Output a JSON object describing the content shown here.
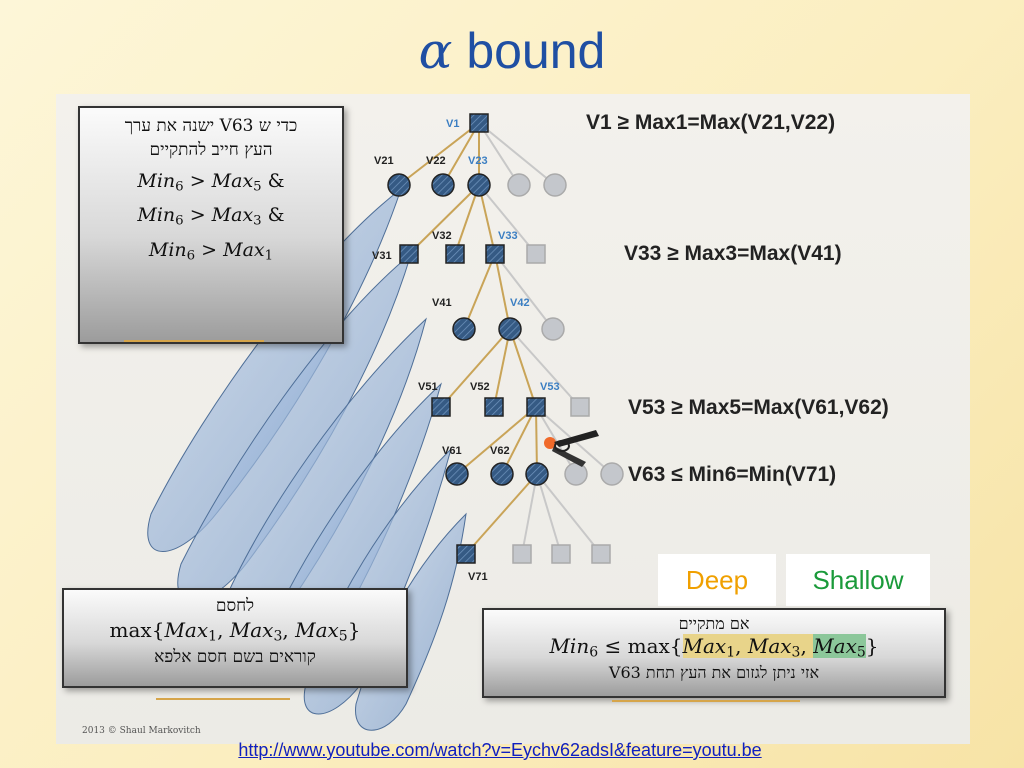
{
  "slide": {
    "title_symbol": "α",
    "title_text": "bound",
    "link": "http://www.youtube.com/watch?v=Eychv62adsI&feature=youtu.be",
    "copyright": "2013 © Shaul Markovitch"
  },
  "equations": {
    "eq1": "V1 ≥ Max1=Max(V21,V22)",
    "eq2": "V33 ≥ Max3=Max(V41)",
    "eq3": "V53 ≥ Max5=Max(V61,V62)",
    "eq4": "V63 ≤ Min6=Min(V71)"
  },
  "node_labels": {
    "v1": "V1",
    "v21": "V21",
    "v22": "V22",
    "v23": "V23",
    "v31": "V31",
    "v32": "V32",
    "v33": "V33",
    "v41": "V41",
    "v42": "V42",
    "v51": "V51",
    "v52": "V52",
    "v53": "V53",
    "v61": "V61",
    "v62": "V62",
    "v71": "V71"
  },
  "top_box": {
    "line1": "כדי ש V63 ישנה את ערך",
    "line2": "העץ חייב להתקיים",
    "c1_lhs": "Min",
    "c1_lhs_sub": "6",
    "c1_op": ">",
    "c1_rhs": "Max",
    "c1_rhs_sub": "5",
    "c1_join": "&",
    "c2_lhs": "Min",
    "c2_lhs_sub": "6",
    "c2_op": ">",
    "c2_rhs": "Max",
    "c2_rhs_sub": "3",
    "c2_join": "&",
    "c3_lhs": "Min",
    "c3_lhs_sub": "6",
    "c3_op": ">",
    "c3_rhs": "Max",
    "c3_rhs_sub": "1"
  },
  "bottom_left_box": {
    "line1": "לחסם",
    "max_fn": "max{",
    "m1": "Max",
    "m1_sub": "1",
    "sep1": ", ",
    "m3": "Max",
    "m3_sub": "3",
    "sep2": ", ",
    "m5": "Max",
    "m5_sub": "5",
    "close": "}",
    "line3": "קוראים בשם חסם אלפא"
  },
  "bottom_right_box": {
    "line1": "אם מתקיים",
    "lhs": "Min",
    "lhs_sub": "6",
    "op": "≤",
    "max_fn": "max{",
    "m1": "Max",
    "m1_sub": "1",
    "sep1": ", ",
    "m3": "Max",
    "m3_sub": "3",
    "sep2": ", ",
    "m5": "Max",
    "m5_sub": "5",
    "close": "}",
    "line3": "אזי ניתן לגזום את העץ תחת V63"
  },
  "tags": {
    "deep": "Deep",
    "shallow": "Shallow"
  },
  "colors": {
    "title": "#1f4fa3",
    "deep": "#f0a000",
    "shallow": "#1a9a3a",
    "highlight_yellow": "#e8d48a",
    "highlight_green": "#8cc79a",
    "edge": "#c9a458",
    "node_fill": "#3b5e86",
    "link": "#1020c0"
  },
  "icons": {
    "scissors": "scissors-icon"
  }
}
